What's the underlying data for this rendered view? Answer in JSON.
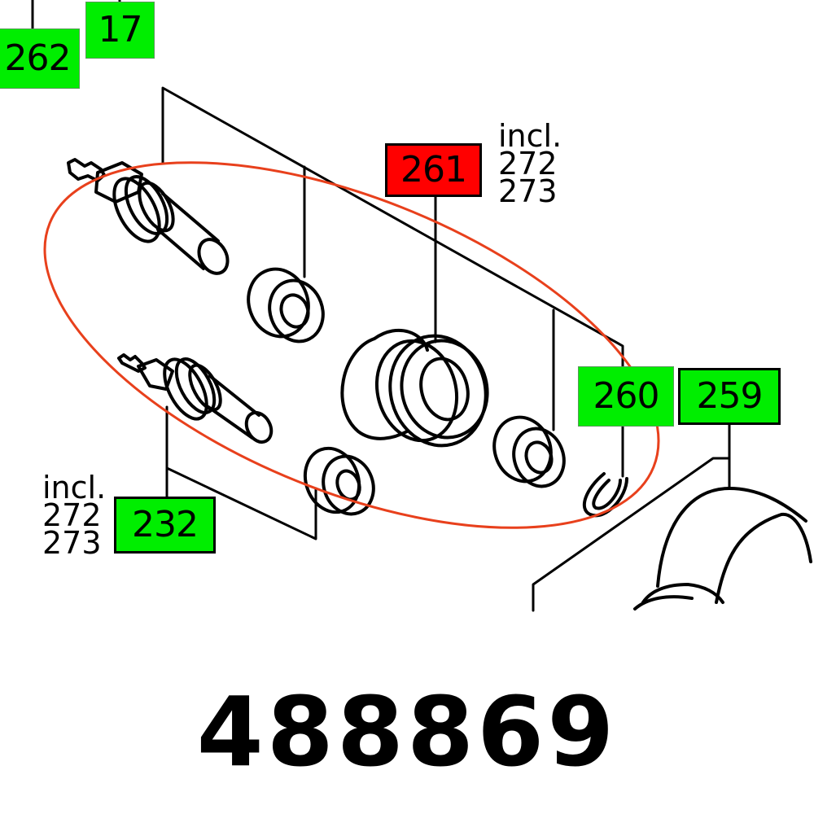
{
  "diagram": {
    "type": "exploded-parts-diagram",
    "highlight_color": "#e8401c",
    "label_green": "#00ee00",
    "label_red": "#ff0000",
    "callouts": [
      {
        "id": "262",
        "label": "262",
        "color": "green",
        "highlighted": false
      },
      {
        "id": "17",
        "label": "17",
        "color": "green",
        "highlighted": false
      },
      {
        "id": "261",
        "label": "261",
        "color": "red",
        "highlighted": true
      },
      {
        "id": "260",
        "label": "260",
        "color": "green",
        "highlighted": false
      },
      {
        "id": "259",
        "label": "259",
        "color": "green",
        "highlighted": false
      },
      {
        "id": "232",
        "label": "232",
        "color": "green",
        "highlighted": false
      }
    ],
    "notes": {
      "note_261": {
        "line1": "incl.",
        "line2": "272",
        "line3": "273"
      },
      "note_232": {
        "line1": "incl.",
        "line2": "272",
        "line3": "273"
      }
    },
    "parts_depicted": [
      "shaft-upper",
      "bearing-upper-left",
      "pulley-roller",
      "bearing-right",
      "retaining-clip",
      "shaft-lower",
      "bearing-lower",
      "housing-arc"
    ]
  },
  "part_number": "488869"
}
